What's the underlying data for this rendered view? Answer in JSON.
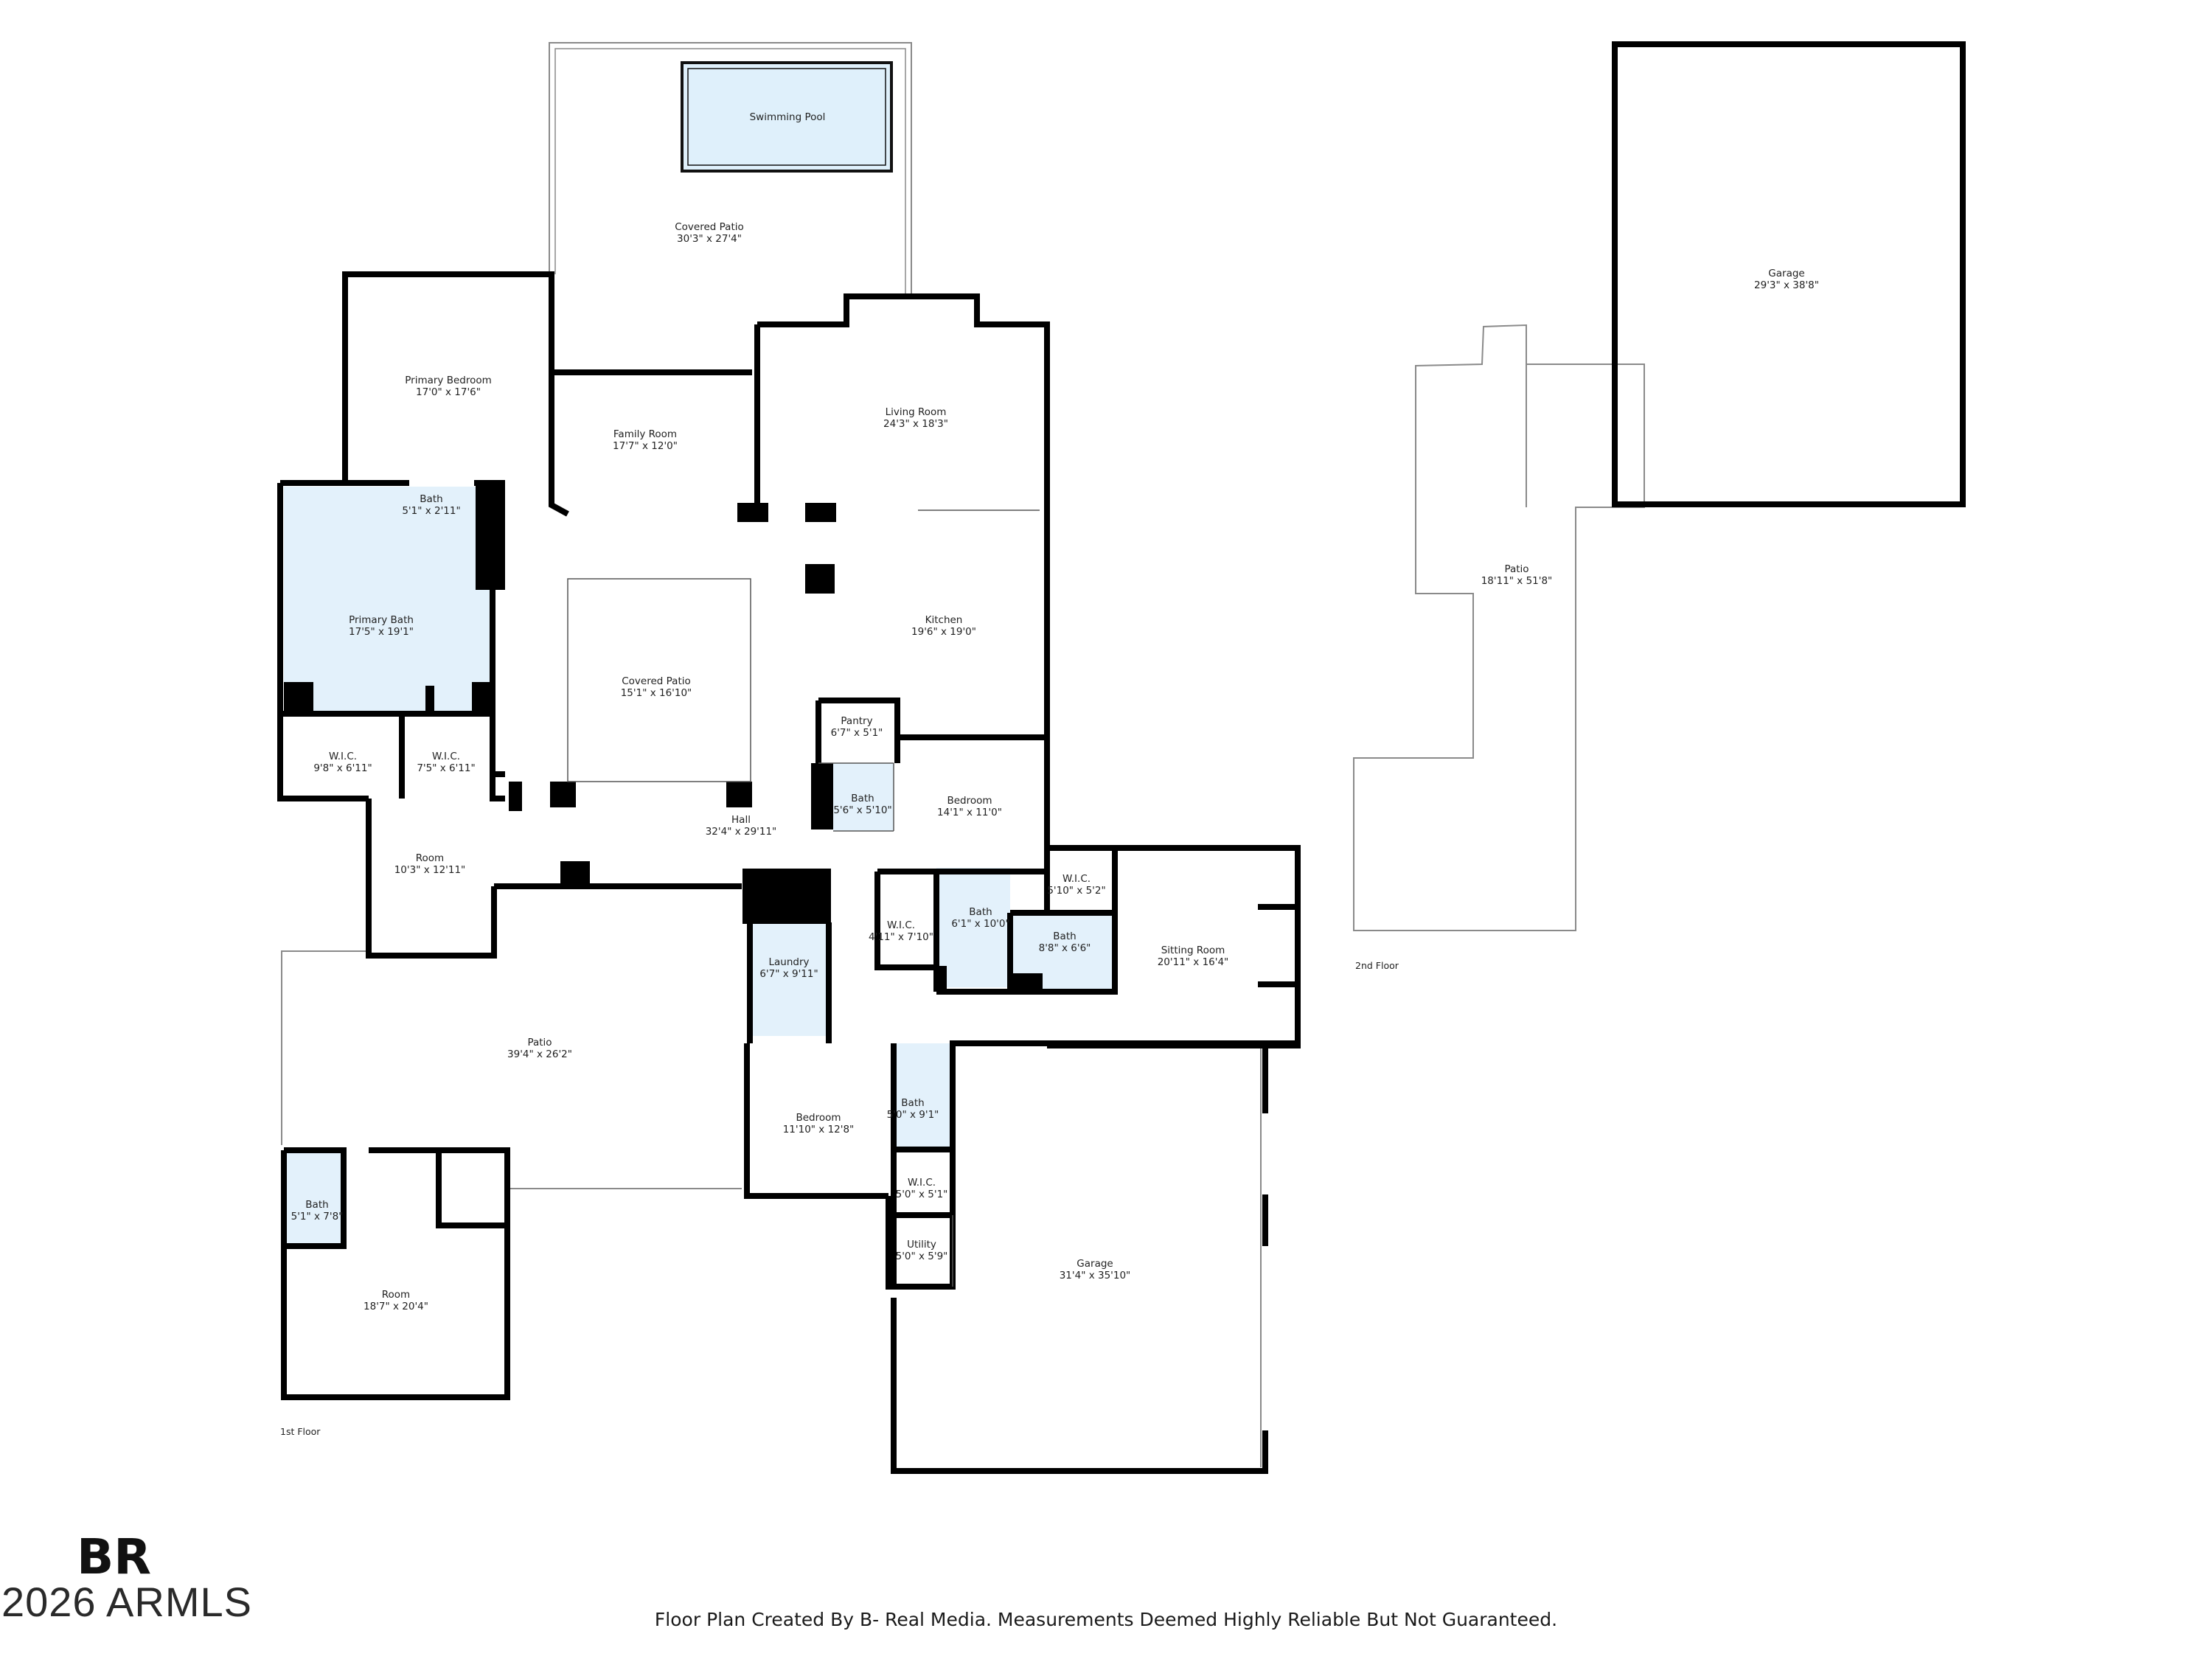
{
  "floors": {
    "first": "1st Floor",
    "second": "2nd Floor"
  },
  "rooms": {
    "swimming_pool": {
      "name": "Swimming Pool"
    },
    "covered_patio_top": {
      "name": "Covered Patio",
      "dims": "30'3\" x 27'4\""
    },
    "primary_bedroom": {
      "name": "Primary Bedroom",
      "dims": "17'0\" x 17'6\""
    },
    "family_room": {
      "name": "Family Room",
      "dims": "17'7\" x 12'0\""
    },
    "living_room": {
      "name": "Living Room",
      "dims": "24'3\" x 18'3\""
    },
    "primary_bath_small": {
      "name": "Bath",
      "dims": "5'1\" x 2'11\""
    },
    "primary_bath": {
      "name": "Primary Bath",
      "dims": "17'5\" x 19'1\""
    },
    "covered_patio_center": {
      "name": "Covered Patio",
      "dims": "15'1\" x 16'10\""
    },
    "kitchen": {
      "name": "Kitchen",
      "dims": "19'6\" x 19'0\""
    },
    "pantry": {
      "name": "Pantry",
      "dims": "6'7\" x 5'1\""
    },
    "wic_1": {
      "name": "W.I.C.",
      "dims": "9'8\" x 6'11\""
    },
    "wic_2": {
      "name": "W.I.C.",
      "dims": "7'5\" x 6'11\""
    },
    "bath_hall": {
      "name": "Bath",
      "dims": "5'6\" x 5'10\""
    },
    "bedroom_east": {
      "name": "Bedroom",
      "dims": "14'1\" x 11'0\""
    },
    "hall": {
      "name": "Hall",
      "dims": "32'4\" x 29'11\""
    },
    "room_small": {
      "name": "Room",
      "dims": "10'3\" x 12'11\""
    },
    "wic_3": {
      "name": "W.I.C.",
      "dims": "5'10\" x 5'2\""
    },
    "wic_4": {
      "name": "W.I.C.",
      "dims": "4'11\" x 7'10\""
    },
    "bath_east_1": {
      "name": "Bath",
      "dims": "6'1\" x 10'0\""
    },
    "bath_east_2": {
      "name": "Bath",
      "dims": "8'8\" x 6'6\""
    },
    "sitting_room": {
      "name": "Sitting Room",
      "dims": "20'11\" x 16'4\""
    },
    "laundry": {
      "name": "Laundry",
      "dims": "6'7\" x 9'11\""
    },
    "patio_west": {
      "name": "Patio",
      "dims": "39'4\" x 26'2\""
    },
    "bedroom_south": {
      "name": "Bedroom",
      "dims": "11'10\" x 12'8\""
    },
    "bath_south": {
      "name": "Bath",
      "dims": "5'0\" x 9'1\""
    },
    "wic_5": {
      "name": "W.I.C.",
      "dims": "5'0\" x 5'1\""
    },
    "utility": {
      "name": "Utility",
      "dims": "5'0\" x 5'9\""
    },
    "garage_main": {
      "name": "Garage",
      "dims": "31'4\" x 35'10\""
    },
    "bath_casita": {
      "name": "Bath",
      "dims": "5'1\" x 7'8\""
    },
    "room_casita": {
      "name": "Room",
      "dims": "18'7\" x 20'4\""
    },
    "garage_upper": {
      "name": "Garage",
      "dims": "29'3\" x 38'8\""
    },
    "patio_upper": {
      "name": "Patio",
      "dims": "18'11\" x 51'8\""
    }
  },
  "logo": {
    "text": "BR"
  },
  "copyright": "2026 ARMLS",
  "caption": "Floor Plan Created By B- Real Media. Measurements Deemed Highly Reliable But Not Guaranteed.",
  "colors": {
    "wall": "#000000",
    "bath_fill": "#e3f1fb",
    "pool_fill": "#dff0fb",
    "thin_line": "#888888"
  }
}
